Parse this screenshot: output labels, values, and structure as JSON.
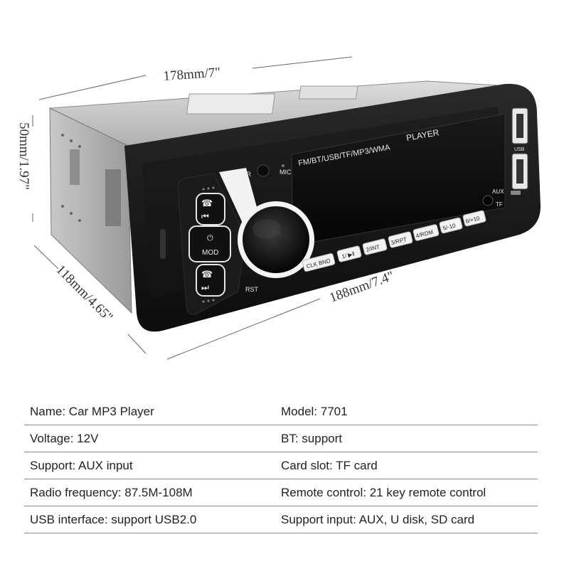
{
  "dimensions": {
    "width_label": "178mm/7\"",
    "height_label": "50mm/1.97\"",
    "depth_label": "118mm/4.65\"",
    "face_width_label": "188mm/7.4\""
  },
  "device": {
    "display_header": "FM/BT/USB/TF/MP3/WMA",
    "player_label": "PLAYER",
    "ir_label": "IR",
    "mic_label": "MIC",
    "mod_label": "MOD",
    "rst_label": "RST",
    "aux_label": "AUX",
    "tf_label": "TF",
    "usb_label": "USB",
    "preset_buttons": [
      "CLK BND",
      "1/ ▶‖",
      "2/INT",
      "3/RPT",
      "4/RDM",
      "5/-10",
      "6/+10"
    ]
  },
  "specs": [
    {
      "left": "Name: Car MP3 Player",
      "right": "Model: 7701"
    },
    {
      "left": "Voltage: 12V",
      "right": "BT: support"
    },
    {
      "left": "Support: AUX input",
      "right": "Card slot: TF card"
    },
    {
      "left": "Radio frequency: 87.5M-108M",
      "right": "Remote control: 21 key remote control"
    },
    {
      "left": "USB interface: support USB2.0",
      "right": "Support input: AUX, U disk, SD card"
    }
  ]
}
